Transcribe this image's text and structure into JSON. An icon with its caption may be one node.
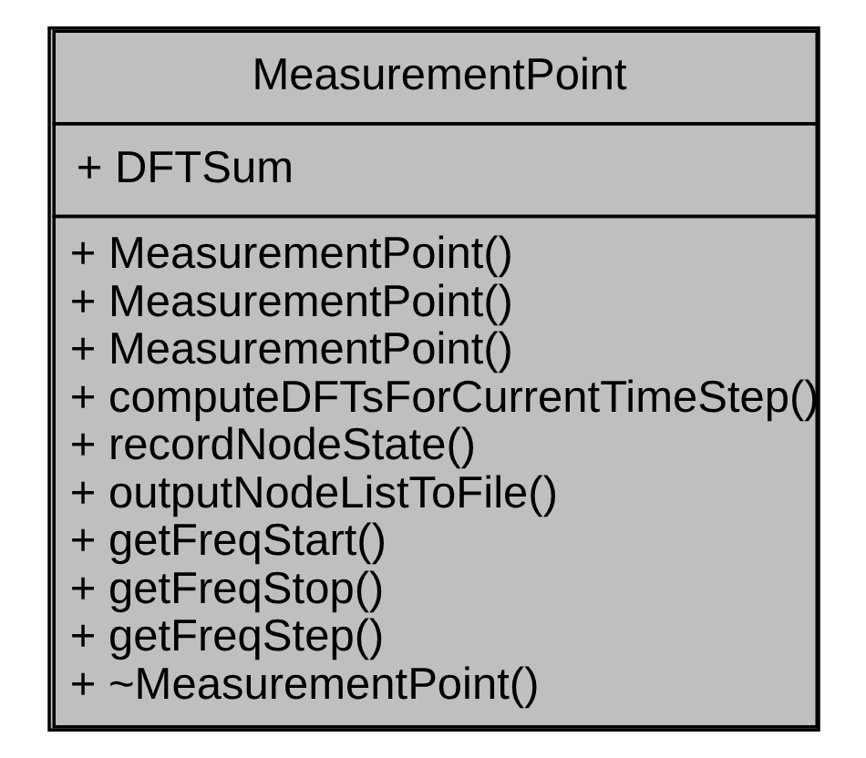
{
  "diagram": {
    "nodes": [
      {
        "text": [
          "MeasurementPoint",
          "+ DFTSum",
          "+ MeasurementPoint()",
          "+ MeasurementPoint()",
          "+ MeasurementPoint()",
          "+ computeDFTsForCurrentTimeStep()",
          "+ recordNodeState()",
          "+ outputNodeListToFile()",
          "+ getFreqStart()",
          "+ getFreqStop()",
          "+ getFreqStep()",
          "+ ~MeasurementPoint()"
        ]
      }
    ]
  }
}
